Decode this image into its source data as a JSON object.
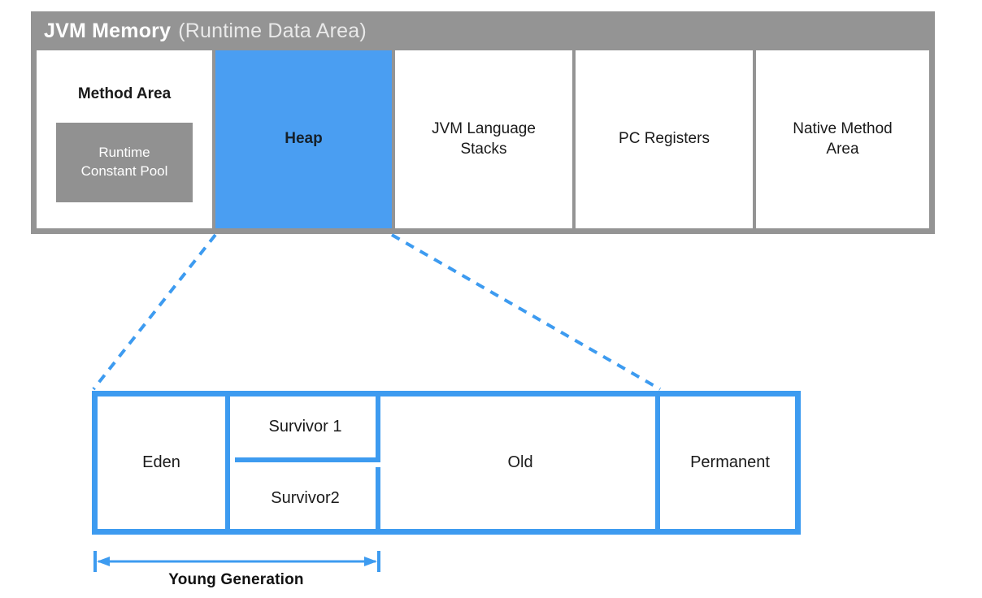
{
  "diagram": {
    "title_bold": "JVM Memory",
    "title_regular": "(Runtime Data Area)",
    "colors": {
      "frame_gray": "#949494",
      "pool_gray": "#919191",
      "heap_blue": "#4a9ef2",
      "outline_blue": "#3d9bf0",
      "text_dark": "#1a1a1a",
      "title_white": "#ffffff"
    }
  },
  "runtime_data_area": {
    "regions": [
      {
        "label": "Method Area",
        "nested": {
          "line1": "Runtime",
          "line2": "Constant Pool"
        }
      },
      {
        "label": "Heap"
      },
      {
        "line1": "JVM Language",
        "line2": "Stacks"
      },
      {
        "label": "PC Registers"
      },
      {
        "line1": "Native Method",
        "line2": "Area"
      }
    ]
  },
  "heap_detail": {
    "cells": [
      {
        "label": "Eden"
      },
      {
        "label": "Survivor 1"
      },
      {
        "label": "Survivor2"
      },
      {
        "label": "Old"
      },
      {
        "label": "Permanent"
      }
    ],
    "annotation": {
      "label": "Young Generation"
    }
  }
}
